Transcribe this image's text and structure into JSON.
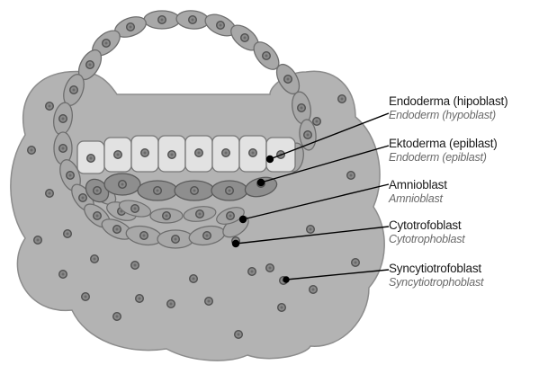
{
  "labels": [
    {
      "main": "Endoderma (hipoblast)",
      "sub": "Endoderm (hypoblast)"
    },
    {
      "main": "Ektoderma (epiblast)",
      "sub": "Endoderm (epiblast)"
    },
    {
      "main": "Amnioblast",
      "sub": "Amnioblast"
    },
    {
      "main": "Cytotrofoblast",
      "sub": "Cytotrophoblast"
    },
    {
      "main": "Syncytiotrofoblast",
      "sub": "Syncytiotrophoblast"
    }
  ],
  "colors": {
    "syncytio_fill": "#b3b3b3",
    "syncytio_stroke": "#8c8c8c",
    "cell_fill": "#a8a8a8",
    "cell_stroke": "#6e6e6e",
    "epiblast_fill": "#8e8e8e",
    "hypoblast_fill": "#e2e2e2",
    "nucleus_fill": "#8a8a8a",
    "nucleus_stroke": "#505050",
    "leader_line": "#000000"
  }
}
